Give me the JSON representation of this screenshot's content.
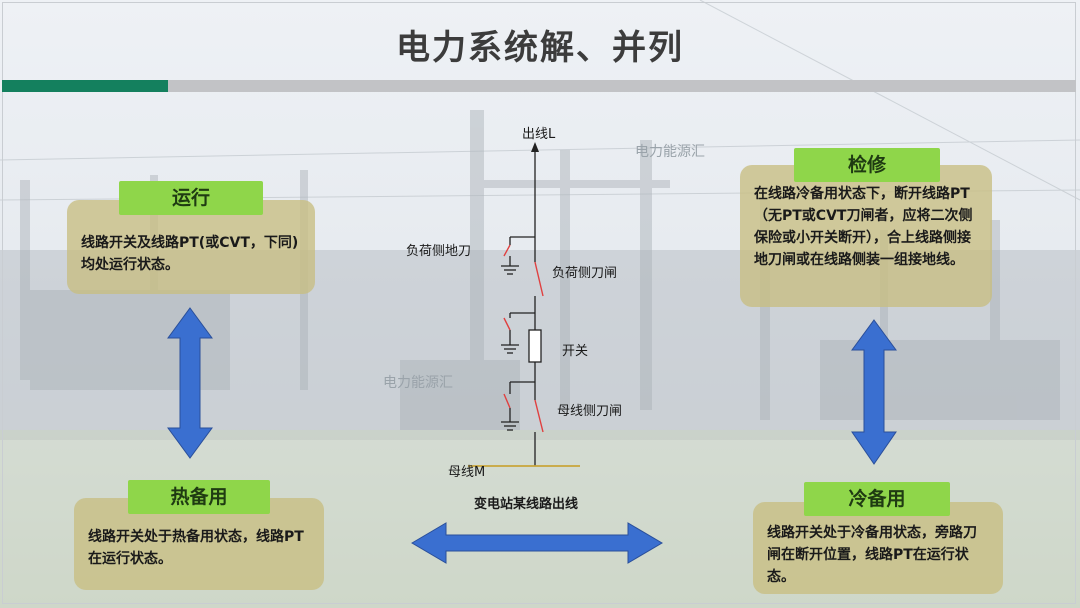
{
  "title": "电力系统解、并列",
  "states": {
    "run": {
      "label": "运行",
      "text": "线路开关及线路PT(或CVT，下同)均处运行状态。"
    },
    "maint": {
      "label": "检修",
      "text": "在线路冷备用状态下，断开线路PT（无PT或CVT刀闸者，应将二次侧保险或小开关断开），合上线路侧接地刀闸或在线路侧装一组接地线。"
    },
    "hot": {
      "label": "热备用",
      "text": "线路开关处于热备用状态，线路PT在运行状态。"
    },
    "cold": {
      "label": "冷备用",
      "text": "线路开关处于冷备用状态，旁路刀闸在断开位置，线路PT在运行状态。"
    }
  },
  "diagram": {
    "line_out": "出线L",
    "load_ground_knife": "负荷侧地刀",
    "load_knife": "负荷侧刀闸",
    "breaker": "开关",
    "bus_knife": "母线侧刀闸",
    "bus": "母线M",
    "caption": "变电站某线路出线"
  },
  "watermarks": [
    "电力能源汇",
    "电力能源汇"
  ],
  "colors": {
    "accent_green": "#14805e",
    "tag_green": "#8fd64a",
    "arrow_blue": "#3a6fd0",
    "panel": "#c8be82"
  }
}
